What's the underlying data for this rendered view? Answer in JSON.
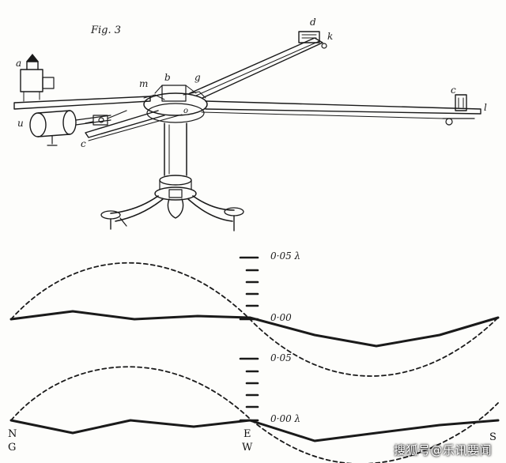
{
  "figure": {
    "caption": "Fig. 3",
    "part_labels": {
      "a": "a",
      "b": "b",
      "c_top": "c",
      "c_left": "c",
      "d": "d",
      "g": "g",
      "k": "k",
      "l": "l",
      "m": "m",
      "u": "u",
      "o": "o"
    }
  },
  "scale_labels": {
    "upper_top": "0·05 λ",
    "upper_zero": "0·00",
    "lower_top": "0·05",
    "lower_zero": "0·00 λ"
  },
  "direction_labels": {
    "n": "N",
    "g": "G",
    "e": "E",
    "w": "W",
    "s": "S"
  },
  "watermark": "搜狐号@乐讯要闻",
  "colors": {
    "ink": "#1a1a1a",
    "paper": "#fdfdfb"
  }
}
